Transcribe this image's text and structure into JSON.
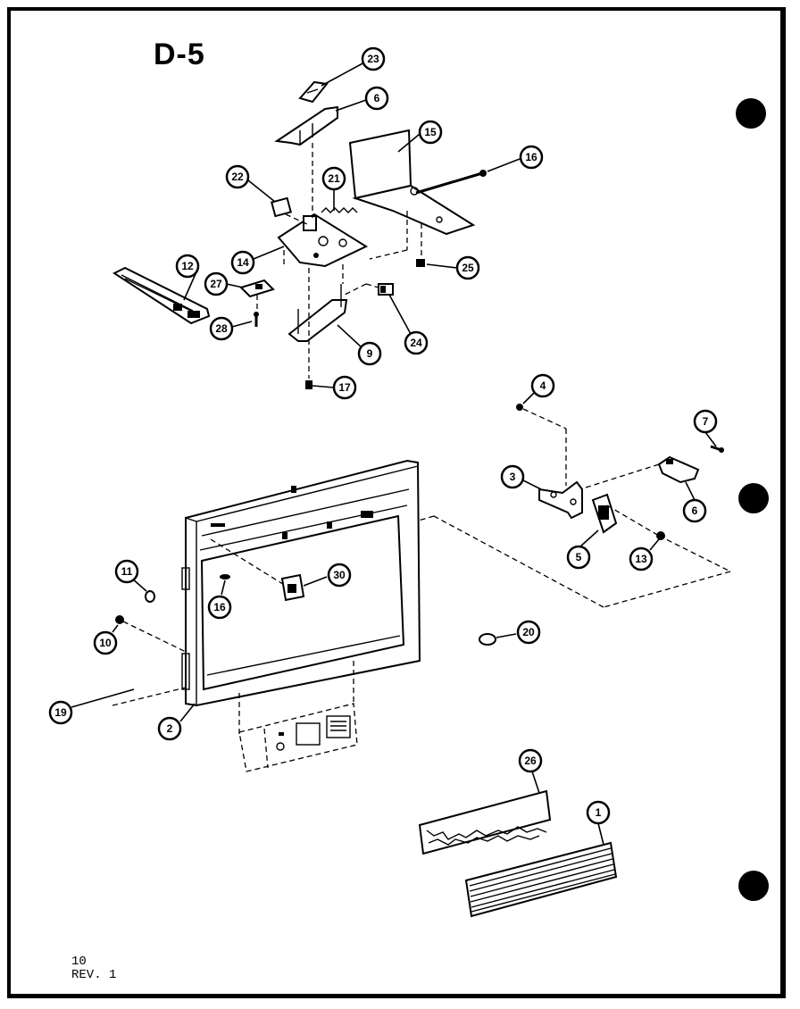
{
  "diagram": {
    "title": "D-5",
    "footer": {
      "page_number": "10",
      "revision": "REV. 1"
    },
    "callouts": [
      {
        "id": "c23",
        "label": "23"
      },
      {
        "id": "c6a",
        "label": "6"
      },
      {
        "id": "c15",
        "label": "15"
      },
      {
        "id": "c16a",
        "label": "16"
      },
      {
        "id": "c22",
        "label": "22"
      },
      {
        "id": "c21",
        "label": "21"
      },
      {
        "id": "c12",
        "label": "12"
      },
      {
        "id": "c14",
        "label": "14"
      },
      {
        "id": "c25",
        "label": "25"
      },
      {
        "id": "c27",
        "label": "27"
      },
      {
        "id": "c28",
        "label": "28"
      },
      {
        "id": "c9",
        "label": "9"
      },
      {
        "id": "c24",
        "label": "24"
      },
      {
        "id": "c17",
        "label": "17"
      },
      {
        "id": "c4",
        "label": "4"
      },
      {
        "id": "c7",
        "label": "7"
      },
      {
        "id": "c3",
        "label": "3"
      },
      {
        "id": "c6b",
        "label": "6"
      },
      {
        "id": "c5",
        "label": "5"
      },
      {
        "id": "c13",
        "label": "13"
      },
      {
        "id": "c11",
        "label": "11"
      },
      {
        "id": "c30",
        "label": "30"
      },
      {
        "id": "c16b",
        "label": "16"
      },
      {
        "id": "c10",
        "label": "10"
      },
      {
        "id": "c20",
        "label": "20"
      },
      {
        "id": "c19",
        "label": "19"
      },
      {
        "id": "c2",
        "label": "2"
      },
      {
        "id": "c26",
        "label": "26"
      },
      {
        "id": "c1",
        "label": "1"
      }
    ]
  }
}
